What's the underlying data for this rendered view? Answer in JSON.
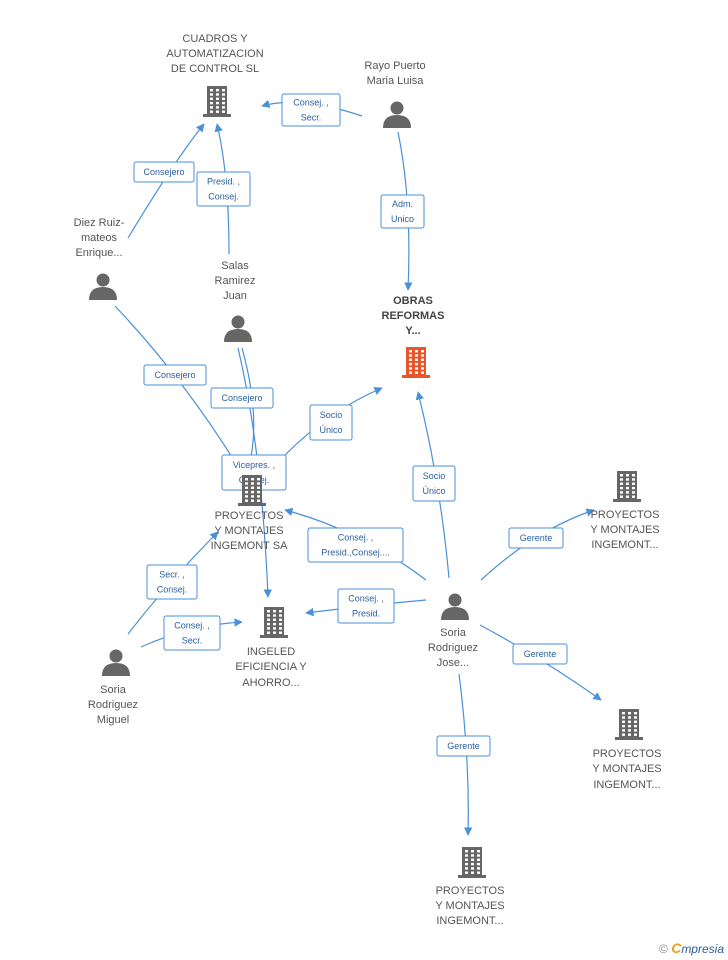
{
  "nodes": [
    {
      "id": "cuadros",
      "type": "company",
      "label": [
        "CUADROS Y",
        "AUTOMATIZACION",
        "DE CONTROL SL"
      ]
    },
    {
      "id": "rayo",
      "type": "person",
      "label": [
        "Rayo Puerto",
        "Maria Luisa"
      ]
    },
    {
      "id": "diez",
      "type": "person",
      "label": [
        "Diez Ruiz-",
        "mateos",
        "Enrique..."
      ]
    },
    {
      "id": "salas",
      "type": "person",
      "label": [
        "Salas",
        "Ramirez",
        "Juan"
      ]
    },
    {
      "id": "obras",
      "type": "focus",
      "label": [
        "OBRAS",
        "REFORMAS",
        "Y..."
      ]
    },
    {
      "id": "pm_sa",
      "type": "company",
      "label": [
        "PROYECTOS",
        "Y MONTAJES",
        "INGEMONT SA"
      ]
    },
    {
      "id": "pm_right1",
      "type": "company",
      "label": [
        "PROYECTOS",
        "Y MONTAJES",
        "INGEMONT..."
      ]
    },
    {
      "id": "soria_miguel",
      "type": "person",
      "label": [
        "Soria",
        "Rodriguez",
        "Miguel"
      ]
    },
    {
      "id": "ingeled",
      "type": "company",
      "label": [
        "INGELED",
        "EFICIENCIA Y",
        "AHORRO..."
      ]
    },
    {
      "id": "soria_jose",
      "type": "person",
      "label": [
        "Soria",
        "Rodriguez",
        "Jose..."
      ]
    },
    {
      "id": "pm_right2",
      "type": "company",
      "label": [
        "PROYECTOS",
        "Y MONTAJES",
        "INGEMONT..."
      ]
    },
    {
      "id": "pm_bottom",
      "type": "company",
      "label": [
        "PROYECTOS",
        "Y MONTAJES",
        "INGEMONT..."
      ]
    }
  ],
  "edges": [
    {
      "id": "e1",
      "label": [
        "Consej. ,",
        "Secr."
      ]
    },
    {
      "id": "e2",
      "label": [
        "Consejero"
      ]
    },
    {
      "id": "e3",
      "label": [
        "Presid. ,",
        "Consej."
      ]
    },
    {
      "id": "e4",
      "label": [
        "Adm.",
        "Unico"
      ]
    },
    {
      "id": "e5",
      "label": [
        "Consejero"
      ]
    },
    {
      "id": "e6",
      "label": [
        "Consejero"
      ]
    },
    {
      "id": "e7",
      "label": [
        "Socio",
        "Único"
      ]
    },
    {
      "id": "e8",
      "label": [
        "Vicepres. ,",
        "Consej."
      ]
    },
    {
      "id": "e9",
      "label": [
        "Socio",
        "Único"
      ]
    },
    {
      "id": "e10",
      "label": [
        "Consej. ,",
        "Presid.,Consej...."
      ]
    },
    {
      "id": "e11",
      "label": [
        "Gerente"
      ]
    },
    {
      "id": "e12",
      "label": [
        "Secr. ,",
        "Consej."
      ]
    },
    {
      "id": "e13",
      "label": [
        "Consej. ,",
        "Secr."
      ]
    },
    {
      "id": "e14",
      "label": [
        "Consej. ,",
        "Presid."
      ]
    },
    {
      "id": "e15",
      "label": [
        "Gerente"
      ]
    },
    {
      "id": "e16",
      "label": [
        "Gerente"
      ]
    }
  ],
  "colors": {
    "edge": "#4a90d9",
    "person": "#666666",
    "company": "#666666",
    "focus": "#e8552a"
  },
  "footer": {
    "copyright": "©",
    "brand_initial": "C",
    "brand_rest": "mpresia"
  }
}
